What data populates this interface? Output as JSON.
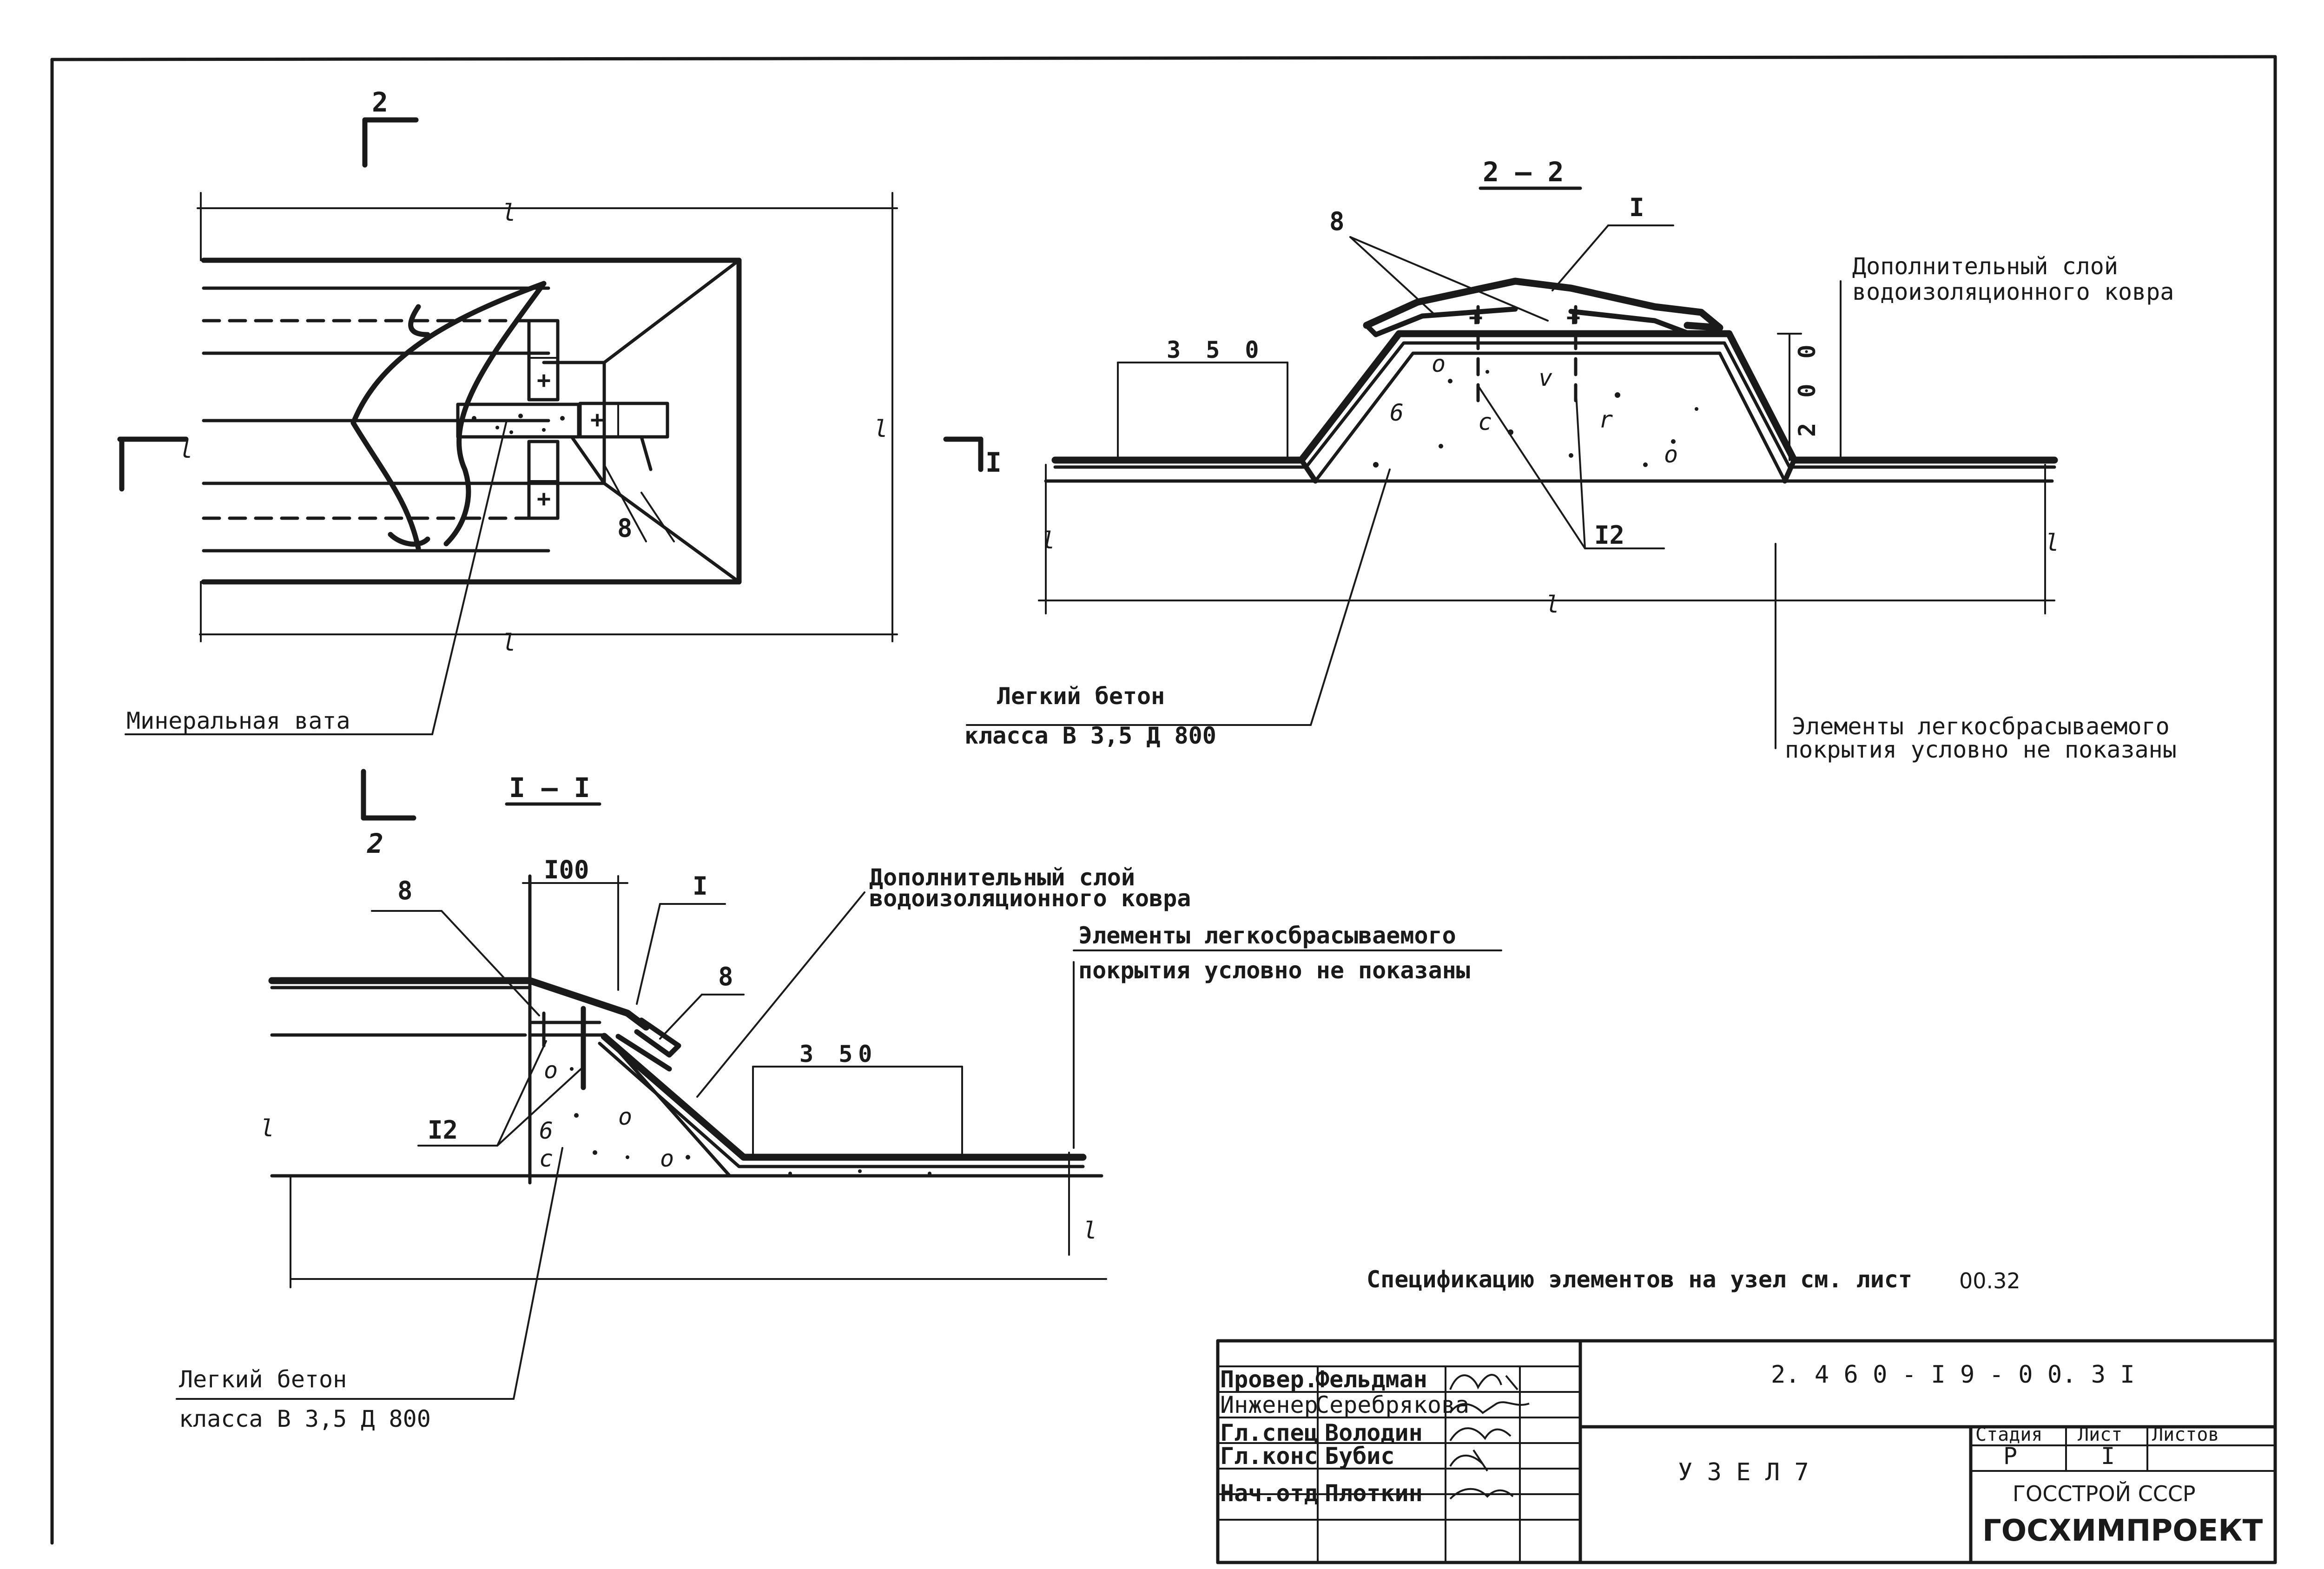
{
  "view_plan": {
    "section_cut_top": "2",
    "section_cut_bottom": "2",
    "section_cut_right": "I",
    "dim_top": "l",
    "dim_bottom": "l",
    "dim_left": "l",
    "dim_right": "l",
    "callout_8": "8",
    "label_mineral_wool": "Минеральная вата"
  },
  "section_2_2": {
    "title": "2 — 2",
    "callout_8": "8",
    "callout_1": "I",
    "callout_12": "I2",
    "dim_350": "3 5 0",
    "dim_200": "2 0 0",
    "dim_bottom": "l",
    "dim_left": "l",
    "dim_right": "l",
    "label_extra_layer_1": "Дополнительный  слой",
    "label_extra_layer_2": "водоизоляционного ковра",
    "label_concrete_1": "Легкий  бетон",
    "label_concrete_2": "класса В 3,5   Д 800",
    "label_elements_1": "Элементы  легкосбрасываемого",
    "label_elements_2": "покрытия  условно не показаны"
  },
  "section_1_1": {
    "title": "I — I",
    "callout_8_left": "8",
    "callout_8_right": "8",
    "callout_1": "I",
    "callout_12": "I2",
    "dim_100": "I00",
    "dim_350": "3 50",
    "dim_left": "l",
    "dim_right": "l",
    "label_extra_layer_1": "Дополнительный  слой",
    "label_extra_layer_2": "водоизоляционного ковра",
    "label_elements_1": "Элементы  легкосбрасываемого",
    "label_elements_2": "покрытия  условно не показаны",
    "label_concrete_1": "Легкий  бетон",
    "label_concrete_2": "класса  В 3,5  Д 800"
  },
  "spec_note": {
    "text": "Спецификацию элементов на узел см. лист",
    "sheet_ref": "00.32"
  },
  "title_block": {
    "doc_number": "2. 4 6 0 - I 9  -  0 0. 3 I",
    "node_name": "У З Е Л   7",
    "rows": [
      {
        "role": "Провер.",
        "name": "Фельдман"
      },
      {
        "role": "Инженер",
        "name": "Серебрякова"
      },
      {
        "role": "Гл.спец",
        "name": "Володин"
      },
      {
        "role": "Гл.конс",
        "name": "Бубис"
      },
      {
        "role": "Нач.отд",
        "name": "Плоткин"
      }
    ],
    "stage_header": "Стадия",
    "sheet_header": "Лист",
    "sheets_header": "Листов",
    "stage_value": "Р",
    "sheet_value": "I",
    "sheets_value": "",
    "org_line_1": "ГОССТРОЙ СССР",
    "org_line_2": "ГОСХИМПРОЕКТ"
  }
}
